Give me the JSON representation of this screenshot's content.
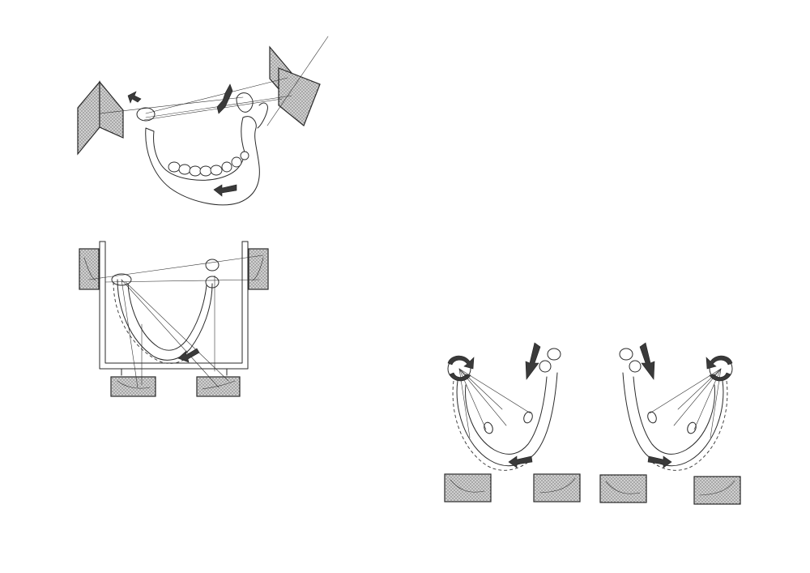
{
  "figure": {
    "panels": [
      {
        "id": "A",
        "subject": "mandible-3d-with-recording-plates"
      },
      {
        "id": "B",
        "subject": "mandible-top-view-in-frame"
      },
      {
        "id": "C",
        "subject": "lateral-movement-left"
      },
      {
        "id": "D",
        "subject": "lateral-movement-right"
      }
    ],
    "colors": {
      "ink": "#2a2a2a",
      "shading": "#6f6f6f",
      "paper": "#ffffff"
    }
  }
}
